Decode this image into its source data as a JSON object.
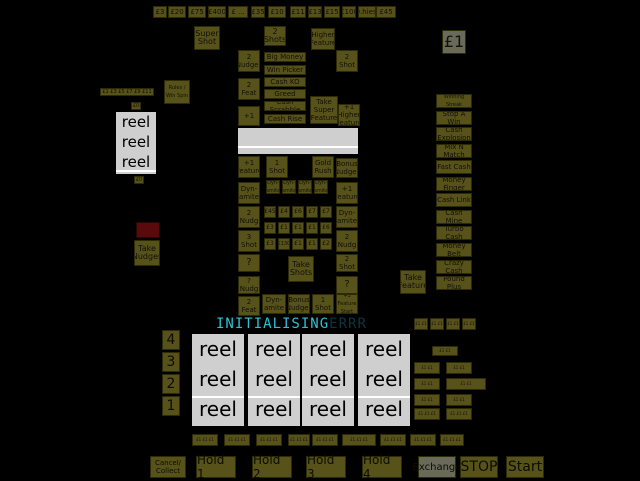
{
  "top_prices": [
    "£3",
    "£20",
    "£75",
    "£400",
    "£ ...",
    "£35",
    "£10",
    "£11",
    "£13",
    "£15",
    "£100",
    "D.hiest",
    "£45"
  ],
  "top_feature": {
    "super_shot": "Super Shot",
    "cash_5": "2 Shots",
    "higher_feature": "Higher Feature",
    "pound_1": "£1"
  },
  "ladder_left": [
    "2 Nudges",
    "2 Feat",
    "+1"
  ],
  "ladder_center": [
    "Big Money",
    "Win Picker",
    "Cash KO",
    "Greed",
    "Cash Scrabble",
    "Cash Rise"
  ],
  "ladder_right": [
    "2 Shot",
    "Take Super Feature",
    "+1 Higher Feature"
  ],
  "side_small": {
    "line": "£1  £3  £5  £7  £9  £11",
    "rules": "Rules / Win Spin",
    "marker": "£0"
  },
  "mini_reel": [
    "reel",
    "reel",
    "reel"
  ],
  "mini_reel_label": "£0",
  "take_nudges": "Take Nudges",
  "take_feature": "Take Feature",
  "take_shots": "Take Shots",
  "board": {
    "row1": [
      "+1 Feature",
      "1 Shot",
      "Gold Rush",
      "Bonus Nudges"
    ],
    "row2": [
      "Dyn-amite",
      "Dyn-amite",
      "Dyn-amite",
      "Dyn-amite",
      "Dyn-amite",
      "+1 Feature"
    ],
    "row3": [
      "2 Nudg",
      "£45",
      "£4",
      "£6",
      "£7",
      "£7",
      "Dyn-amite"
    ],
    "row4": [
      "3 Shot",
      "£3",
      "£1",
      "£1",
      "£1",
      "£6",
      "2 Nudg"
    ],
    "row5": [
      "?",
      "£3",
      "£130",
      "£1",
      "£1",
      "£2",
      "2 Shot"
    ],
    "row6": [
      "? Nudg",
      "?"
    ],
    "row7": [
      "2 Feat",
      "Dyn-amite",
      "Bonus Nudges",
      "1 Shot",
      "+1 Feature Start"
    ]
  },
  "right_ladder": [
    "Winning Streak",
    "Stop A Win",
    "Cash Explosion",
    "Mix N Match",
    "Fast Cash",
    "Money Finger",
    "Cash Link",
    "Cash Mine",
    "Turbo Cash",
    "Money Belt",
    "Crazy Cash",
    "Pound Plus"
  ],
  "status": {
    "text": "INITIALISING",
    "dim": "ERRR"
  },
  "stake_numbers": [
    "4",
    "3",
    "2",
    "1"
  ],
  "reels": [
    [
      "reel",
      "reel",
      "reel"
    ],
    [
      "reel",
      "reel",
      "reel"
    ],
    [
      "reel",
      "reel",
      "reel"
    ],
    [
      "reel",
      "reel",
      "reel"
    ]
  ],
  "win_labels": [
    "£1 £1 £1",
    "£1 £1 £1",
    "£1 £1 £1",
    "£1 £1 £1",
    "£1 £1 £1",
    "£1 £1 £1",
    "£1 £1 £1",
    "£1 £1 £1",
    "£1 £1 £1",
    "£1 £1 £1",
    "£1 £1 £1"
  ],
  "right_lamps": [
    "£1 £1",
    "£1 £1",
    "£1 £1",
    "£1 £1",
    "£1 £1",
    "£1 £1",
    "£1 £1",
    "£1 £1",
    "£1 £1",
    "£1 £1",
    "£1 £1"
  ],
  "bottom_buttons": {
    "cancel": "Cancel/ Collect",
    "hold1": "Hold 1",
    "hold2": "Hold 2",
    "hold3": "Hold 3",
    "hold4": "Hold 4",
    "exchange": "Exchange",
    "stop": "STOP",
    "start": "Start"
  },
  "colors": {
    "lamp": "#57521a",
    "reel": "#cfcfcf",
    "status": "#2fc0d8",
    "background": "#000000"
  }
}
